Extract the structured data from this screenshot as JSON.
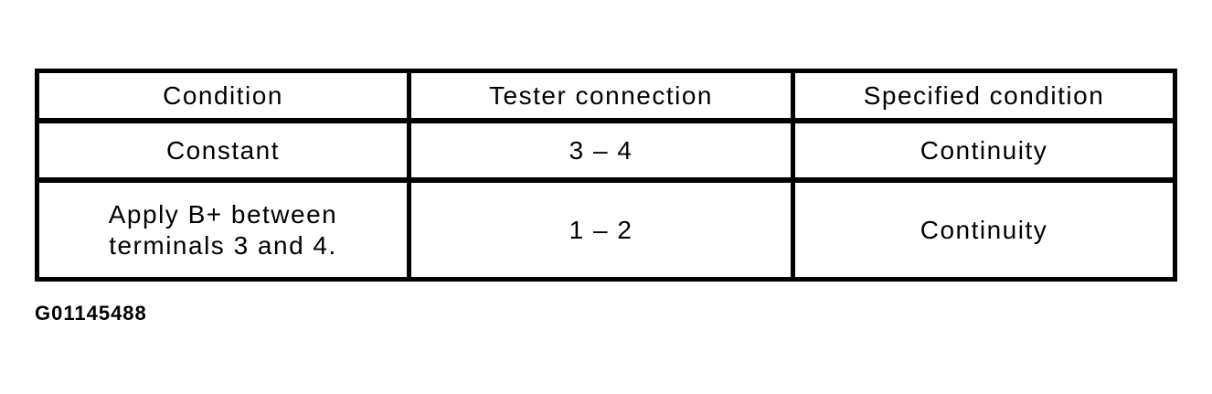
{
  "table": {
    "headers": [
      "Condition",
      "Tester connection",
      "Specified condition"
    ],
    "rows": [
      [
        "Constant",
        "3 – 4",
        "Continuity"
      ],
      [
        "Apply B+ between terminals 3 and 4.",
        "1 – 2",
        "Continuity"
      ]
    ]
  },
  "figure_id": "G01145488",
  "colors": {
    "text": "#000000",
    "background": "#ffffff",
    "border": "#000000"
  }
}
